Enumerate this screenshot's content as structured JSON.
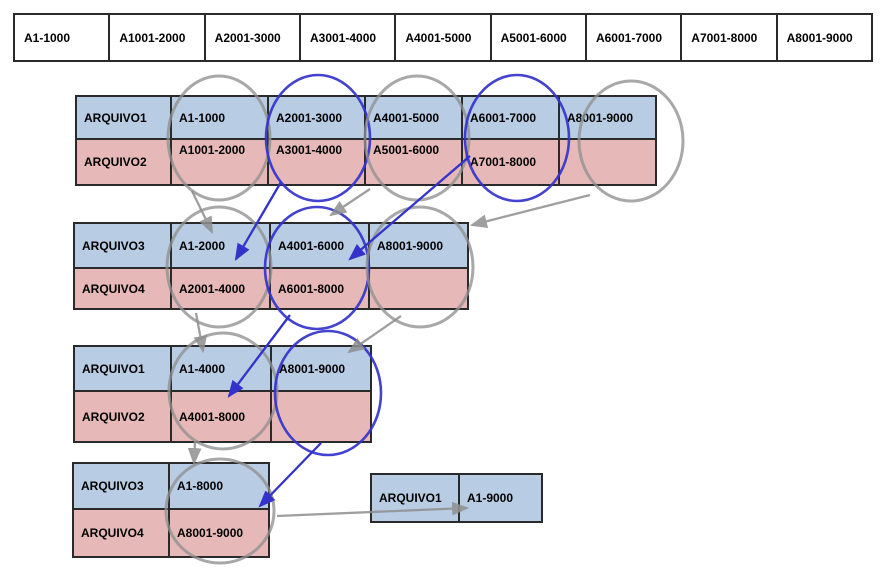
{
  "header_row": [
    "A1-1000",
    "A1001-2000",
    "A2001-3000",
    "A3001-4000",
    "A4001-5000",
    "A5001-6000",
    "A6001-7000",
    "A7001-8000",
    "A8001-9000"
  ],
  "passes": [
    {
      "labels": [
        "ARQUIVO1",
        "ARQUIVO2"
      ],
      "columns": [
        {
          "top": "A1-1000",
          "bottom": "A1001-2000",
          "circle": "gray"
        },
        {
          "top": "A2001-3000",
          "bottom": "A3001-4000",
          "circle": "blue"
        },
        {
          "top": "A4001-5000",
          "bottom": "A5001-6000",
          "circle": "gray"
        },
        {
          "top": "A6001-7000",
          "bottom": "A7001-8000",
          "circle": "blue"
        },
        {
          "top": "A8001-9000",
          "bottom": "",
          "circle": "gray"
        }
      ]
    },
    {
      "labels": [
        "ARQUIVO3",
        "ARQUIVO4"
      ],
      "columns": [
        {
          "top": "A1-2000",
          "bottom": "A2001-4000",
          "circle": "gray"
        },
        {
          "top": "A4001-6000",
          "bottom": "A6001-8000",
          "circle": "blue"
        },
        {
          "top": "A8001-9000",
          "bottom": "",
          "circle": "gray"
        }
      ]
    },
    {
      "labels": [
        "ARQUIVO1",
        "ARQUIVO2"
      ],
      "columns": [
        {
          "top": "A1-4000",
          "bottom": "A4001-8000",
          "circle": "gray"
        },
        {
          "top": "A8001-9000",
          "bottom": "",
          "circle": "blue"
        }
      ]
    },
    {
      "labels": [
        "ARQUIVO3",
        "ARQUIVO4"
      ],
      "columns": [
        {
          "top": "A1-8000",
          "bottom": "A8001-9000",
          "circle": "gray"
        }
      ]
    }
  ],
  "final_table": {
    "label": "ARQUIVO1",
    "value": "A1-9000"
  },
  "colors": {
    "blue_cell": "#b8cce4",
    "pink_cell": "#e6b9b8",
    "cell_border": "#2a2a2a",
    "gray_circle": "#8f8f8f",
    "blue_circle": "#3333cc",
    "header_bg": "#ffffff",
    "text": "#000000"
  }
}
